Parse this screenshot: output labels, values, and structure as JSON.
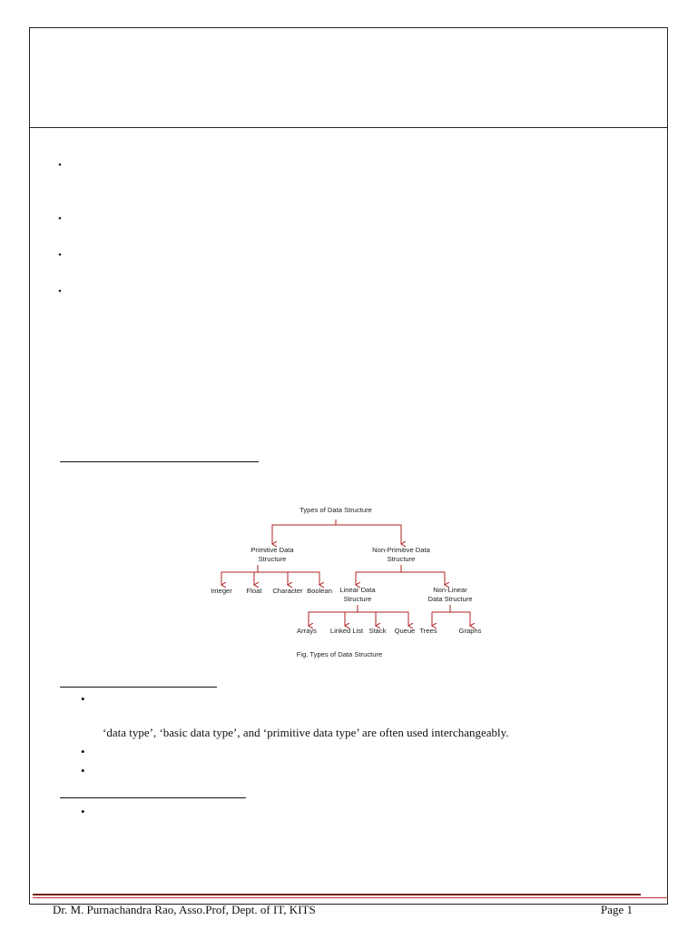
{
  "bullets_top": [
    "•",
    "•",
    "•",
    "•"
  ],
  "bullets_lower": [
    "•",
    "•",
    "•",
    "•"
  ],
  "body_text": "‘data type’, ‘basic data type’, and ‘primitive data type’ are often used interchangeably.",
  "figure": {
    "root": "Types of Data Structure",
    "primitive_line1": "Primitive Data",
    "primitive_line2": "Structure",
    "nonprimitive_line1": "Non-Primitive Data",
    "nonprimitive_line2": "Structure",
    "primitives": [
      "Integer",
      "Float",
      "Character",
      "Boolean"
    ],
    "linear_line1": "Linear Data",
    "linear_line2": "Structure",
    "nonlinear_line1": "Non-Linear",
    "nonlinear_line2": "Data Structure",
    "linear_items": [
      "Arrays",
      "Linked List",
      "Stack",
      "Queue"
    ],
    "nonlinear_items": [
      "Trees",
      "Graphs"
    ],
    "caption": "Fig. Types of Data Structure"
  },
  "footer": {
    "author": "Dr. M. Purnachandra Rao, Asso.Prof, Dept. of IT, KITS",
    "page": "Page 1"
  },
  "colors": {
    "arrow": "#b22222",
    "rule": "#7a1a1a"
  }
}
